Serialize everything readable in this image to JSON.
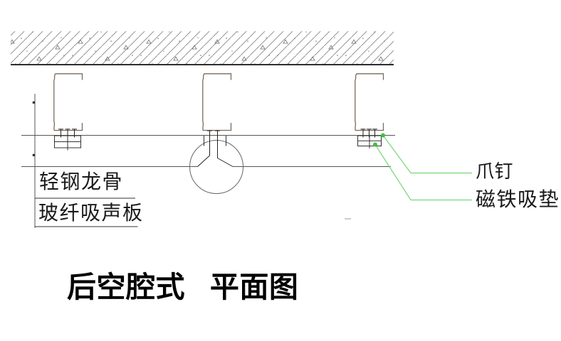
{
  "drawing": {
    "title": "后空腔式 平面图",
    "callouts_left": [
      {
        "text": "轻钢龙骨"
      },
      {
        "text": "玻纤吸声板"
      }
    ],
    "callouts_right": [
      {
        "text": "爪钉"
      },
      {
        "text": "磁铁吸垫"
      }
    ],
    "colors": {
      "leader_line_green": "#77d877",
      "leader_dot_green": "#3fbf3f",
      "channel_outline_brown": "#7b6b5c",
      "hatch_gray": "#969696",
      "line_dark": "#333333",
      "slab_border_black": "#111111"
    }
  }
}
